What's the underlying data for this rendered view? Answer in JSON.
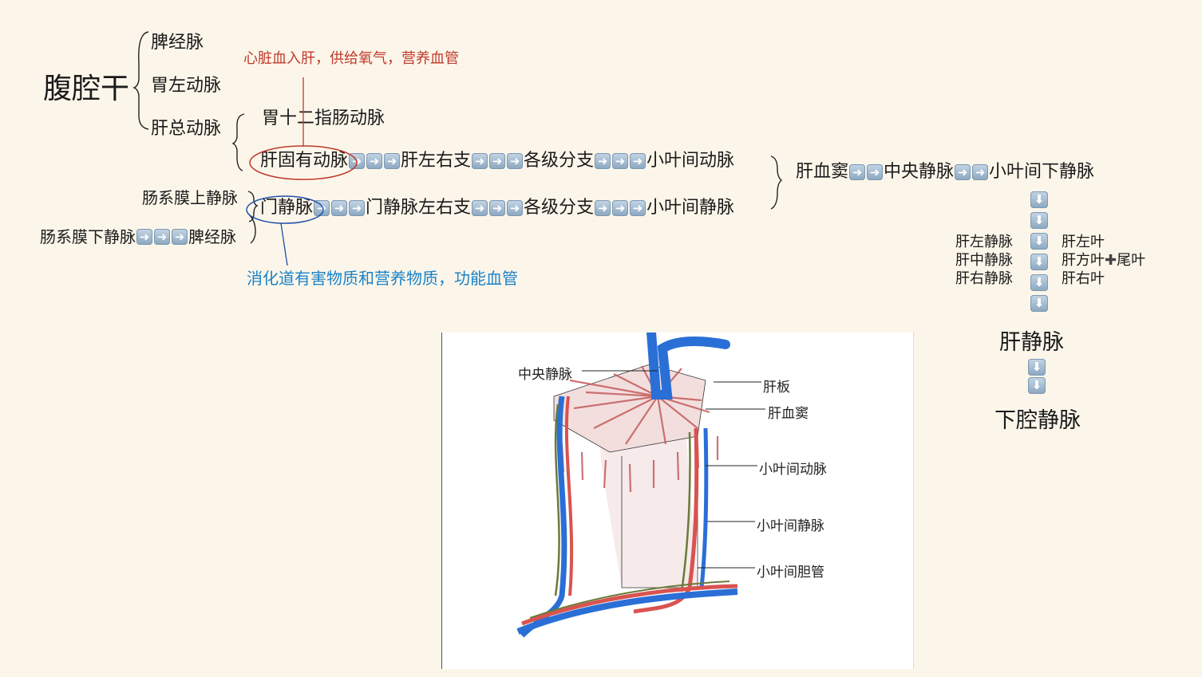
{
  "left": {
    "celiac": "腹腔干",
    "splenic_artery": "脾经脉",
    "left_gastric": "胃左动脉",
    "common_hepatic": "肝总动脉",
    "gastroduodenal": "胃十二指肠动脉",
    "superior_mesenteric": "肠系膜上静脉",
    "inferior_mesenteric": "肠系膜下静脉",
    "splenic_vein": "脾经脉"
  },
  "annotations": {
    "artery_note": "心脏血入肝，供给氧气，营养血管",
    "portal_note": "消化道有害物质和营养物质，功能血管"
  },
  "artery_flow": [
    "肝固有动脉",
    "肝左右支",
    "各级分支",
    "小叶间动脉"
  ],
  "vein_flow": [
    "门静脉",
    "门静脉左右支",
    "各级分支",
    "小叶间静脉"
  ],
  "sinusoid_flow": [
    "肝血窦",
    "中央静脉",
    "小叶间下静脉"
  ],
  "hepatic_veins": {
    "left_col": [
      "肝左静脉",
      "肝中静脉",
      "肝右静脉"
    ],
    "right_col": [
      "肝左叶",
      "肝方叶",
      "尾叶",
      "肝右叶"
    ],
    "plus": "✚",
    "hepatic_vein": "肝静脉",
    "ivc": "下腔静脉"
  },
  "figure_labels": {
    "central_vein": "中央静脉",
    "hepatic_plate": "肝板",
    "sinusoid": "肝血窦",
    "interlobular_artery": "小叶间动脉",
    "interlobular_vein": "小叶间静脉",
    "interlobular_bile_duct": "小叶间胆管"
  },
  "arrow_glyphs": {
    "right": "➜",
    "down": "⬇"
  },
  "colors": {
    "background": "#fcf6ea",
    "annotation_red": "#c0392b",
    "annotation_blue": "#1a82c8",
    "circle_red": "#c0392b",
    "circle_blue": "#1f4fa8",
    "vein_blue": "#2a6fd6",
    "artery_red": "#d9534f"
  }
}
